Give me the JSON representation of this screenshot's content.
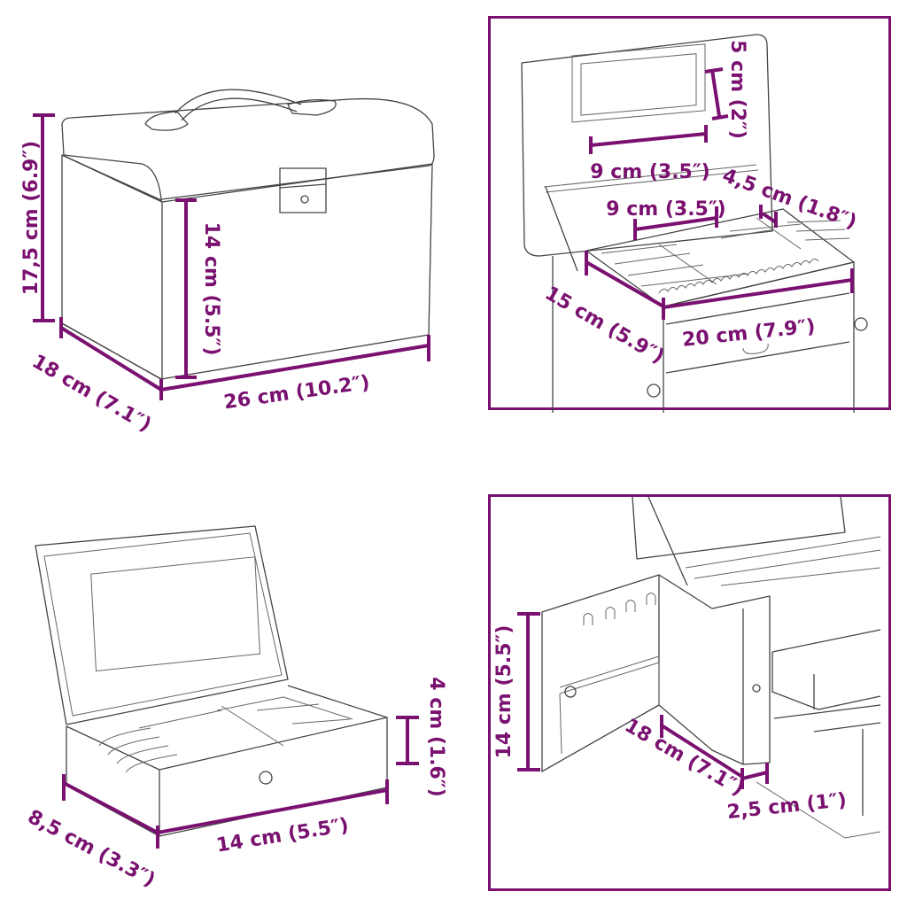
{
  "accent_color": "#7a1170",
  "panels": {
    "closed_case": {
      "height_total": "17,5 cm (6.9″)",
      "height_body": "14 cm (5.5″)",
      "depth": "18 cm (7.1″)",
      "width": "26 cm (10.2″)"
    },
    "open_top_tray": {
      "mirror_height": "5 cm (2″)",
      "mirror_width": "9 cm (3.5″)",
      "compartment_width": "9 cm (3.5″)",
      "slot_width": "4,5 cm (1.8″)",
      "tray_depth": "15 cm (5.9″)",
      "tray_width": "20 cm (7.9″)"
    },
    "small_box": {
      "height": "4 cm (1.6″)",
      "depth": "8,5 cm (3.3″)",
      "width": "14 cm (5.5″)"
    },
    "side_door": {
      "height": "14 cm (5.5″)",
      "depth": "18 cm (7.1″)",
      "thickness": "2,5 cm (1″)"
    }
  }
}
